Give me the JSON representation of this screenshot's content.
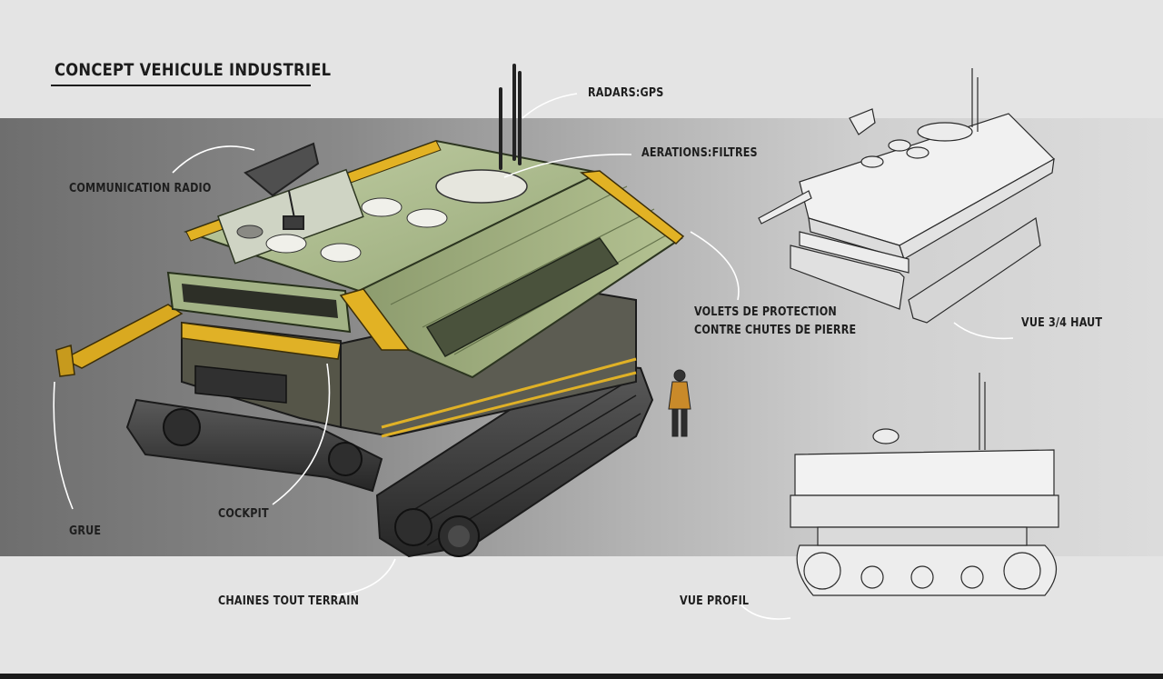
{
  "title": "CONCEPT VEHICULE INDUSTRIEL",
  "labels": {
    "radars": "RADARS:GPS",
    "aerations": "AERATIONS:FILTRES",
    "communication": "COMMUNICATION RADIO",
    "volets_line1": "VOLETS DE PROTECTION",
    "volets_line2": "CONTRE CHUTES DE PIERRE",
    "vue_haut": "VUE 3/4 HAUT",
    "cockpit": "COCKPIT",
    "grue": "GRUE",
    "chaines": "CHAINES TOUT TERRAIN",
    "vue_profil": "VUE PROFIL"
  },
  "colors": {
    "accent_yellow": "#e2b224",
    "hull_green": "#a9b98a",
    "hull_green_dark": "#6f7d57",
    "track_dark": "#3a3a3a"
  }
}
